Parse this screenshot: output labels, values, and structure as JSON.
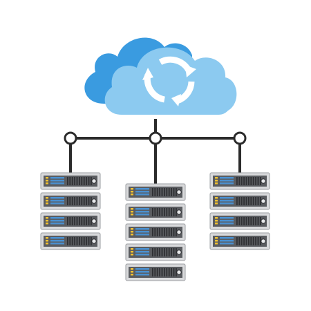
{
  "diagram": {
    "description_free": true,
    "cloud": {
      "icon": "cloud-sync-icon",
      "back_color": "#3a9be0",
      "front_color": "#8ccaf0",
      "arrow_color": "#ffffff"
    },
    "network": {
      "line_color": "#2b2b2b",
      "node_fill": "#ffffff",
      "node_stroke": "#2b2b2b"
    },
    "racks": [
      {
        "name": "rack-left",
        "unit_count": 4
      },
      {
        "name": "rack-center",
        "unit_count": 5
      },
      {
        "name": "rack-right",
        "unit_count": 4
      }
    ],
    "server_unit": {
      "icon": "server-unit-icon",
      "body_color": "#d9dadc",
      "panel_color": "#5a5c60",
      "bay_color": "#4a90d0",
      "led_color": "#f2c230",
      "vent_color": "#2f3033"
    }
  }
}
